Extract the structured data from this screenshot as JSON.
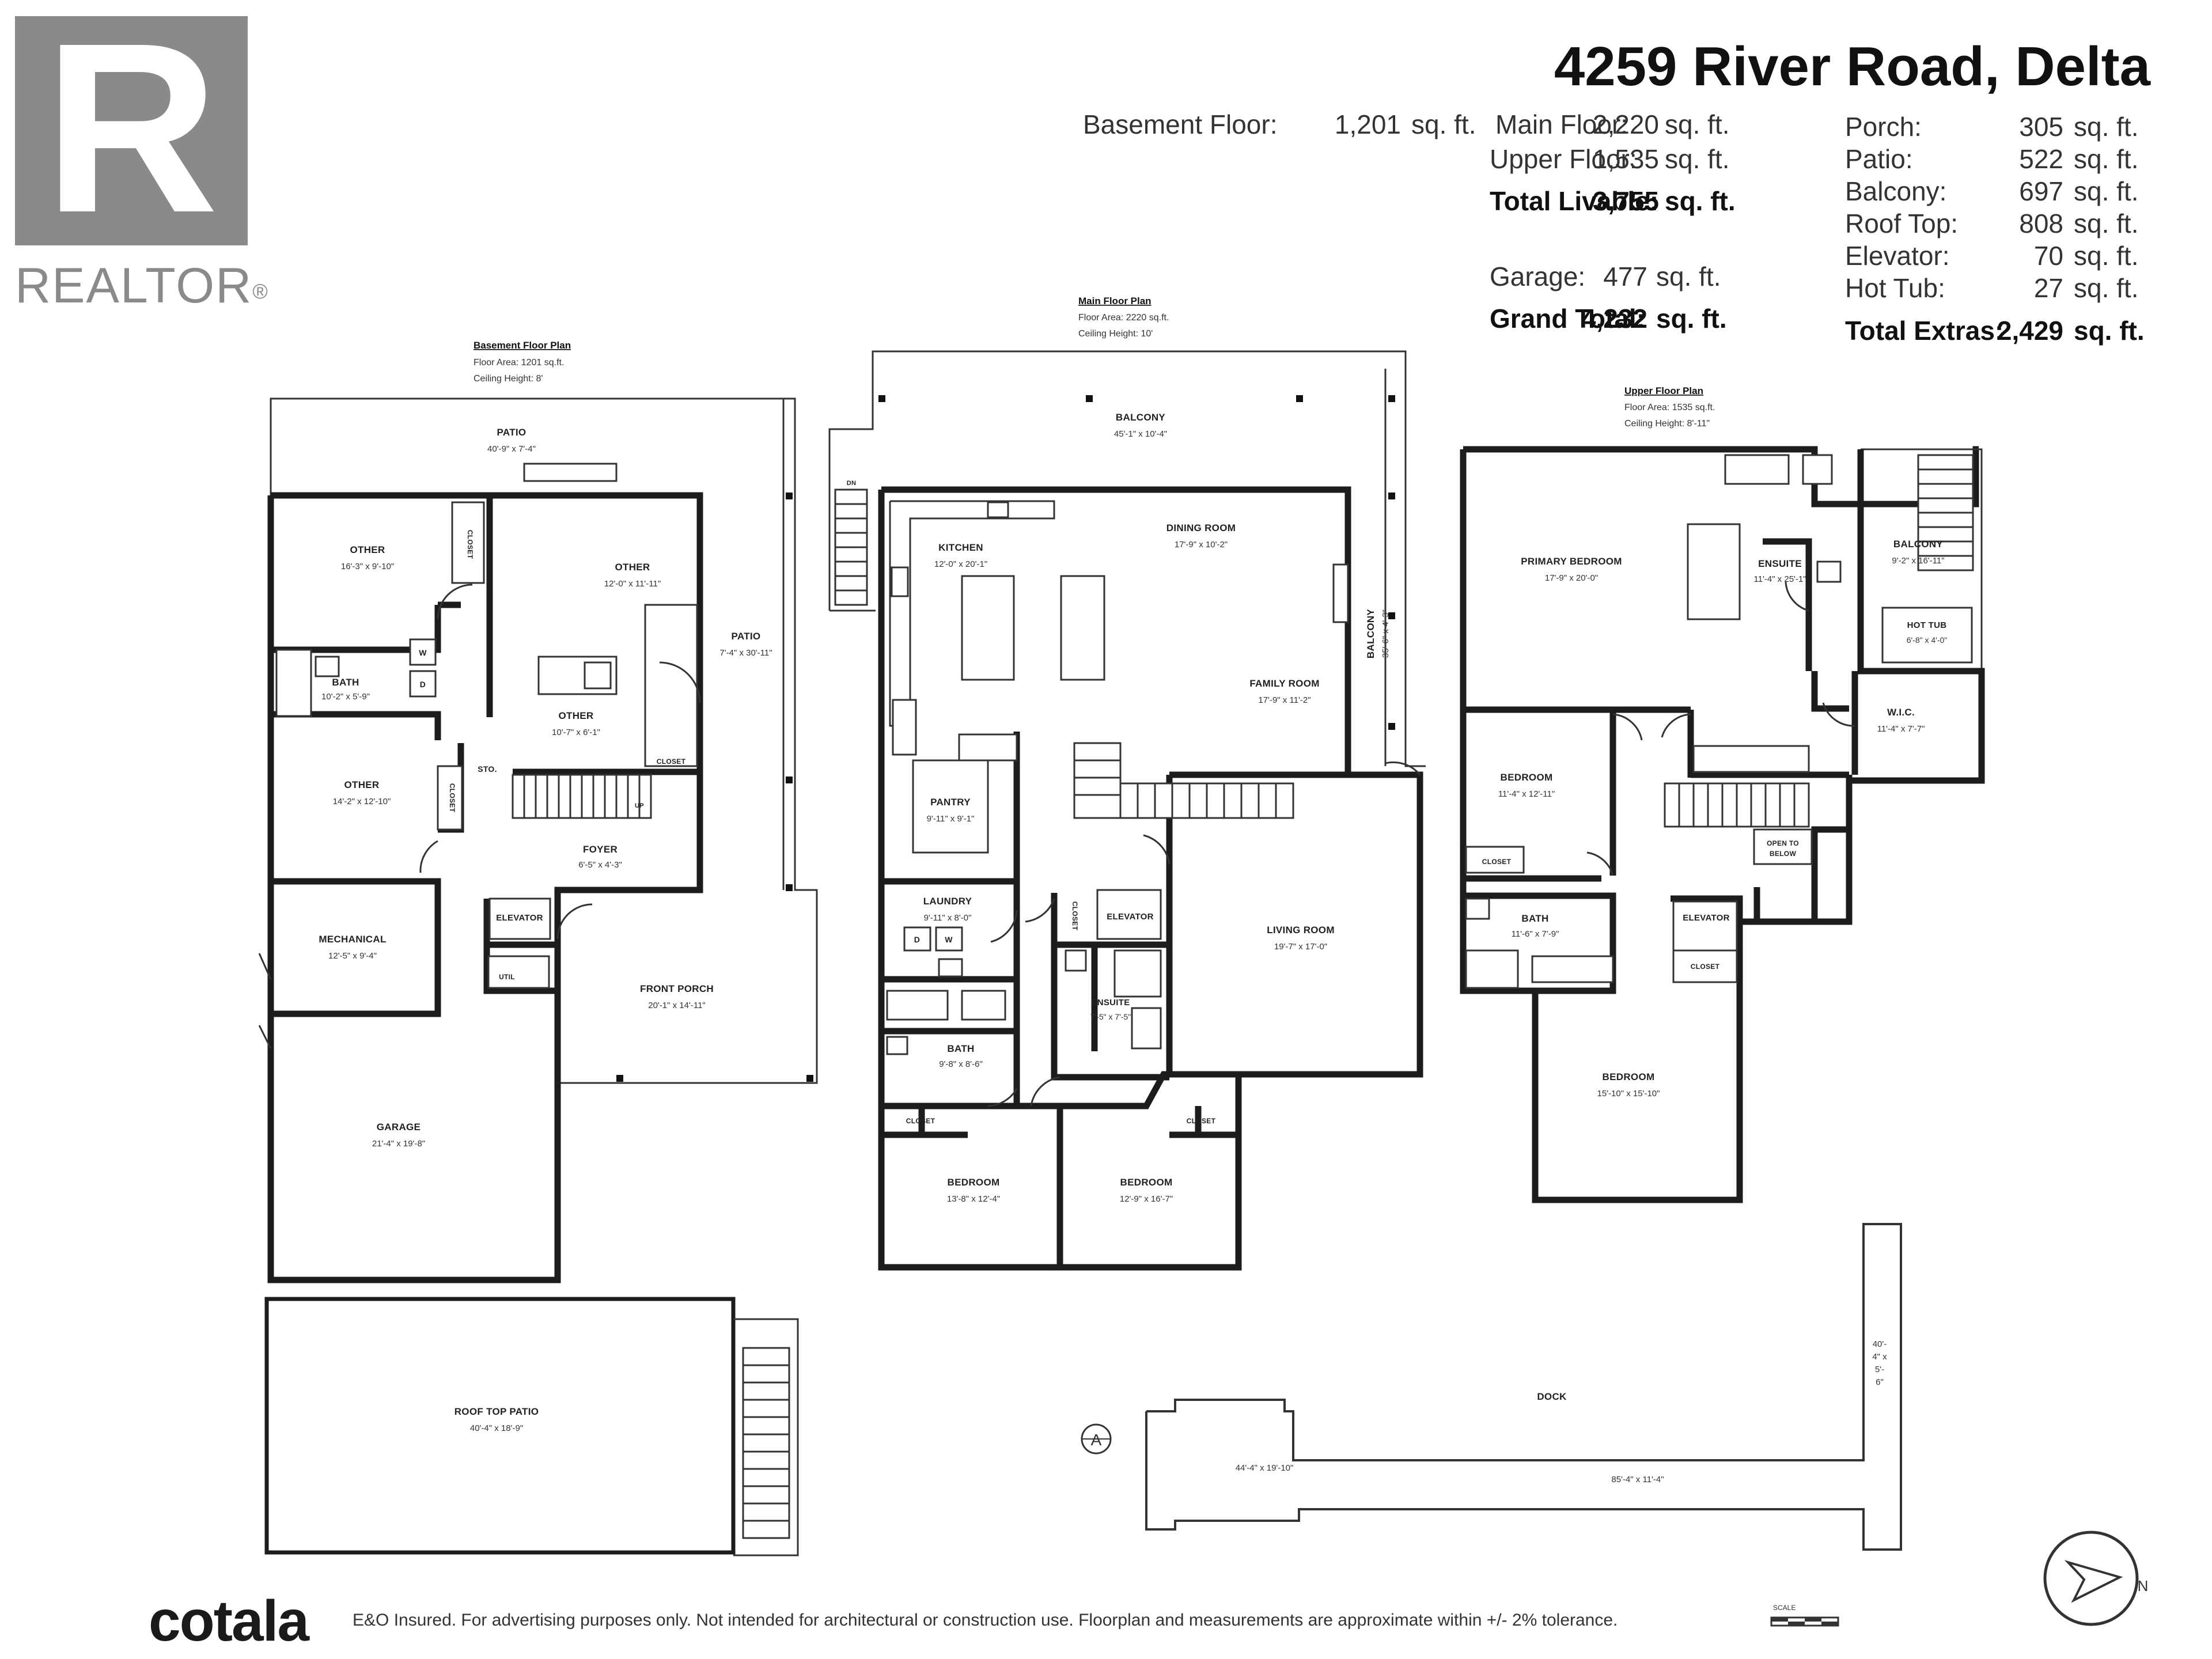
{
  "title": "4259 River Road, Delta",
  "logo": {
    "letter": "R",
    "wordmark": "REALTOR",
    "reg": "®"
  },
  "summary": {
    "basement": {
      "label": "Basement Floor:",
      "value": "1,201",
      "unit": "sq. ft."
    },
    "main": {
      "label": "Main Floor:",
      "value": "2,220",
      "unit": "sq. ft."
    },
    "upper": {
      "label": "Upper Floor:",
      "value": "1,535",
      "unit": "sq. ft."
    },
    "total_livable": {
      "label": "Total Livable:",
      "value": "3,755",
      "unit": "sq. ft."
    },
    "garage": {
      "label": "Garage:",
      "value": "477",
      "unit": "sq. ft."
    },
    "grand_total": {
      "label": "Grand Total:",
      "value": "4,232",
      "unit": "sq. ft."
    }
  },
  "extras": [
    {
      "label": "Porch:",
      "value": "305",
      "unit": "sq. ft."
    },
    {
      "label": "Patio:",
      "value": "522",
      "unit": "sq. ft."
    },
    {
      "label": "Balcony:",
      "value": "697",
      "unit": "sq. ft."
    },
    {
      "label": "Roof Top:",
      "value": "808",
      "unit": "sq. ft."
    },
    {
      "label": "Elevator:",
      "value": "70",
      "unit": "sq. ft."
    },
    {
      "label": "Hot Tub:",
      "value": "27",
      "unit": "sq. ft."
    }
  ],
  "total_extras": {
    "label": "Total Extras:",
    "value": "2,429",
    "unit": "sq. ft."
  },
  "plans": {
    "basement": {
      "title": "Basement Floor Plan",
      "area": "Floor Area: 1201 sq.ft.",
      "ceiling": "Ceiling Height: 8'"
    },
    "main": {
      "title": "Main Floor Plan",
      "area": "Floor Area: 2220 sq.ft.",
      "ceiling": "Ceiling Height: 10'"
    },
    "upper": {
      "title": "Upper Floor Plan",
      "area": "Floor Area: 1535 sq.ft.",
      "ceiling": "Ceiling Height: 8'-11\""
    }
  },
  "rooms": {
    "b_patio": {
      "name": "PATIO",
      "dim": "40'-9\" x 7'-4\""
    },
    "b_patio_side": {
      "name": "PATIO",
      "dim": "7'-4\" x 30'-11\""
    },
    "b_other1": {
      "name": "OTHER",
      "dim": "16'-3\" x 9'-10\""
    },
    "b_other2": {
      "name": "OTHER",
      "dim": "12'-0\" x 11'-11\""
    },
    "b_other3": {
      "name": "OTHER",
      "dim": "10'-7\" x 6'-1\""
    },
    "b_other4": {
      "name": "OTHER",
      "dim": "14'-2\" x 12'-10\""
    },
    "b_bath": {
      "name": "BATH",
      "dim": "10'-2\" x 5'-9\""
    },
    "b_foyer": {
      "name": "FOYER",
      "dim": "6'-5\" x 4'-3\""
    },
    "b_mech": {
      "name": "MECHANICAL",
      "dim": "12'-5\" x 9'-4\""
    },
    "b_garage": {
      "name": "GARAGE",
      "dim": "21'-4\" x 19'-8\""
    },
    "b_porch": {
      "name": "FRONT PORCH",
      "dim": "20'-1\" x 14'-11\""
    },
    "b_elev": {
      "name": "ELEVATOR"
    },
    "b_closet1": {
      "name": "CLOSET"
    },
    "b_closet2": {
      "name": "CLOSET"
    },
    "b_closet3": {
      "name": "CLOSET"
    },
    "b_sto": {
      "name": "STO."
    },
    "b_util": {
      "name": "UTIL"
    },
    "b_roof": {
      "name": "ROOF TOP PATIO",
      "dim": "40'-4\" x 18'-9\""
    },
    "m_balcony": {
      "name": "BALCONY",
      "dim": "45'-1\" x 10'-4\""
    },
    "m_balcony_side": {
      "name": "BALCONY",
      "dim": "35'-6\" x 4'-3\""
    },
    "m_kitchen": {
      "name": "KITCHEN",
      "dim": "12'-0\" x 20'-1\""
    },
    "m_dining": {
      "name": "DINING ROOM",
      "dim": "17'-9\" x 10'-2\""
    },
    "m_family": {
      "name": "FAMILY ROOM",
      "dim": "17'-9\" x 11'-2\""
    },
    "m_pantry": {
      "name": "PANTRY",
      "dim": "9'-11\" x 9'-1\""
    },
    "m_laundry": {
      "name": "LAUNDRY",
      "dim": "9'-11\" x 8'-0\""
    },
    "m_living": {
      "name": "LIVING ROOM",
      "dim": "19'-7\" x 17'-0\""
    },
    "m_ensuite": {
      "name": "ENSUITE",
      "dim": "7'-5\" x 7'-5\""
    },
    "m_bath": {
      "name": "BATH",
      "dim": "9'-8\" x 8'-6\""
    },
    "m_bed1": {
      "name": "BEDROOM",
      "dim": "13'-8\" x 12'-4\""
    },
    "m_bed2": {
      "name": "BEDROOM",
      "dim": "12'-9\" x 16'-7\""
    },
    "m_elev": {
      "name": "ELEVATOR"
    },
    "m_closet1": {
      "name": "CLOSET"
    },
    "m_closet2": {
      "name": "CLOSET"
    },
    "m_closet3": {
      "name": "CLOSET"
    },
    "u_primary": {
      "name": "PRIMARY BEDROOM",
      "dim": "17'-9\" x 20'-0\""
    },
    "u_ensuite": {
      "name": "ENSUITE",
      "dim": "11'-4\" x 25'-1\""
    },
    "u_balcony": {
      "name": "BALCONY",
      "dim": "9'-2\" x 16'-11\""
    },
    "u_hottub": {
      "name": "HOT TUB",
      "dim": "6'-8\" x 4'-0\""
    },
    "u_wic": {
      "name": "W.I.C.",
      "dim": "11'-4\" x 7'-7\""
    },
    "u_bed1": {
      "name": "BEDROOM",
      "dim": "11'-4\" x 12'-11\""
    },
    "u_bath": {
      "name": "BATH",
      "dim": "11'-6\" x 7'-9\""
    },
    "u_bed2": {
      "name": "BEDROOM",
      "dim": "15'-10\" x 15'-10\""
    },
    "u_open1": {
      "name": "OPEN TO"
    },
    "u_open2": {
      "name": "BELOW"
    },
    "u_elev": {
      "name": "ELEVATOR"
    },
    "u_closet1": {
      "name": "CLOSET"
    },
    "u_closet2": {
      "name": "CLOSET"
    },
    "d_dock": {
      "name": "DOCK"
    },
    "d_dim1": {
      "dim": "44'-4\" x 19'-10\""
    },
    "d_dim2": {
      "dim": "85'-4\" x 11'-4\""
    },
    "d_dim3a": {
      "dim": "40'-"
    },
    "d_dim3b": {
      "dim": "4\" x"
    },
    "d_dim3c": {
      "dim": "5'-"
    },
    "d_dim3d": {
      "dim": "6\""
    }
  },
  "markers": {
    "washer": "W",
    "dryer": "D",
    "up": "UP",
    "dn": "DN",
    "section": "A",
    "north": "N",
    "scale": "SCALE"
  },
  "footer": {
    "brand": "cotala",
    "disclaimer": "E&O Insured. For advertising purposes only. Not intended for architectural or construction use. Floorplan and measurements are approximate within +/- 2% tolerance."
  },
  "colors": {
    "logo_bg": "#8a8a8a",
    "wall": "#1c1c1c",
    "text": "#222222"
  }
}
